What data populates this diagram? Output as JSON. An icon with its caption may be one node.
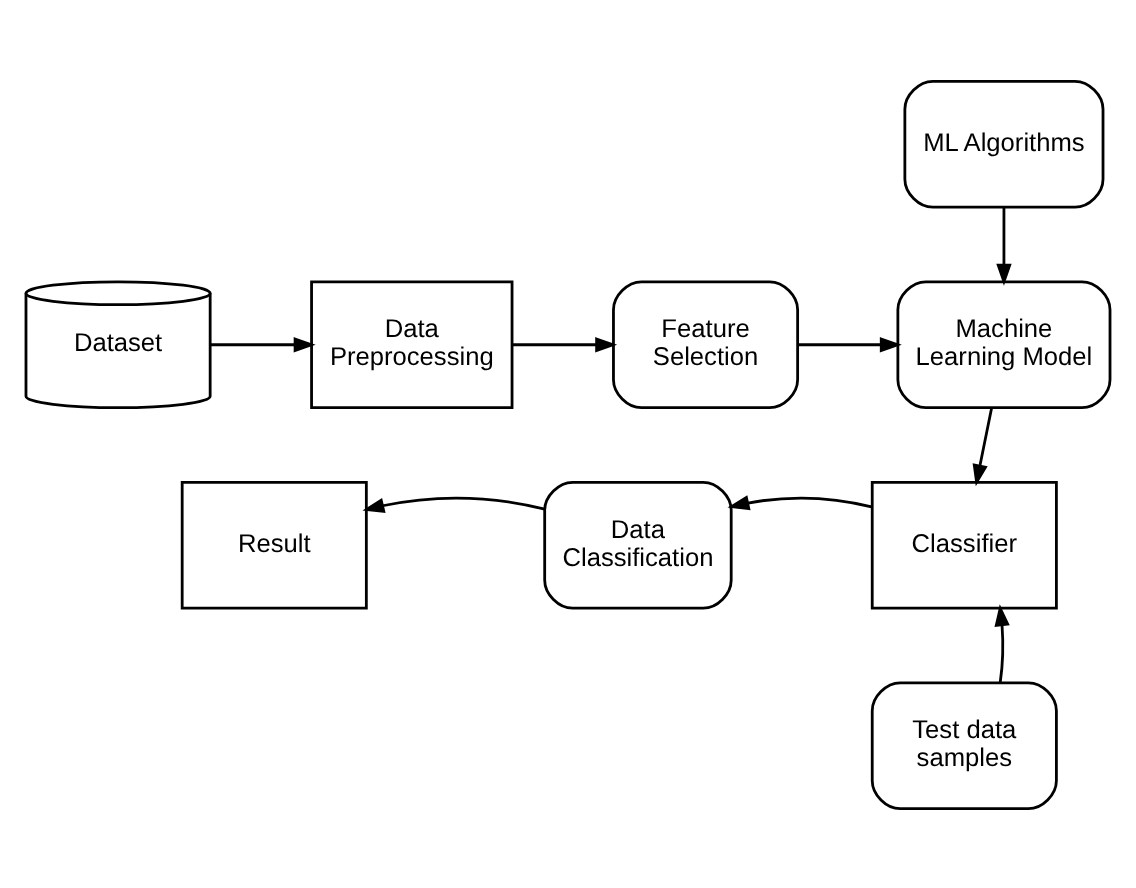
{
  "diagram": {
    "nodes": [
      {
        "text": [
          "Dataset"
        ]
      },
      {
        "text": [
          "Data Preprocessing"
        ]
      },
      {
        "text": [
          "Feature Selection"
        ]
      },
      {
        "text": [
          "ML Algorithms"
        ]
      },
      {
        "text": [
          "Machine Learning Model"
        ]
      },
      {
        "text": [
          "Classifier"
        ]
      },
      {
        "text": [
          "Data Classification"
        ]
      },
      {
        "text": [
          "Result"
        ]
      },
      {
        "text": [
          "Test data samples"
        ]
      }
    ],
    "edges": [
      {
        "from": 0,
        "to": 1,
        "arrow": "to"
      },
      {
        "from": 1,
        "to": 2,
        "arrow": "to"
      },
      {
        "from": 2,
        "to": 4,
        "arrow": "to"
      },
      {
        "from": 3,
        "to": 4,
        "arrow": "to"
      },
      {
        "from": 4,
        "to": 5,
        "arrow": "to"
      },
      {
        "from": 5,
        "to": 6,
        "arrow": "to"
      },
      {
        "from": 6,
        "to": 7,
        "arrow": "to"
      },
      {
        "from": 8,
        "to": 5,
        "arrow": "to"
      }
    ]
  }
}
